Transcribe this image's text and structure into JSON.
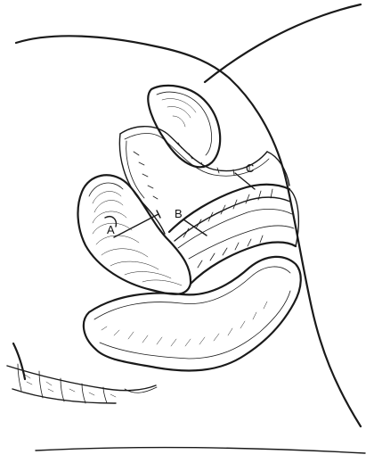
{
  "figure": {
    "labels": {
      "a": "A",
      "b": "B",
      "c": "C"
    },
    "ink_color": "#1a1a1a",
    "background": "#ffffff"
  }
}
